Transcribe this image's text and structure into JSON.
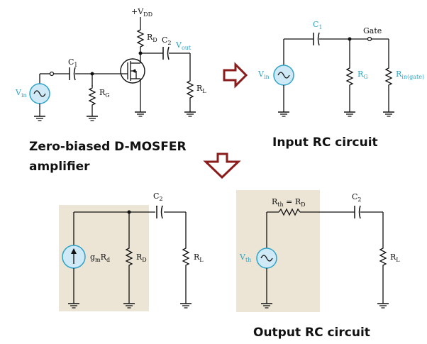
{
  "captions": {
    "zero_biased_line1": "Zero-biased D-MOSFER",
    "zero_biased_line2": "amplifier",
    "input_rc": "Input RC circuit",
    "output_rc": "Output RC circuit"
  },
  "amplifier": {
    "vdd_main": "+V",
    "vdd_sub": "DD",
    "rd_main": "R",
    "rd_sub": "D",
    "c2_main": "C",
    "c2_sub": "2",
    "vout_main": "V",
    "vout_sub": "out",
    "c1_main": "C",
    "c1_sub": "1",
    "rg_main": "R",
    "rg_sub": "G",
    "rl_main": "R",
    "rl_sub": "L",
    "vin_main": "V",
    "vin_sub": "in"
  },
  "input_rc": {
    "c1_main": "C",
    "c1_sub": "1",
    "gate": "Gate",
    "vin_main": "V",
    "vin_sub": "in",
    "rg_main": "R",
    "rg_sub": "G",
    "rin_main": "R",
    "rin_sub": "in(gate)"
  },
  "output_left": {
    "c2_main": "C",
    "c2_sub": "2",
    "gm_g": "g",
    "gm_m": "m",
    "gm_r": "R",
    "gm_d": "d",
    "rd_main": "R",
    "rd_sub": "D",
    "rl_main": "R",
    "rl_sub": "L"
  },
  "output_right": {
    "rth_eq_r": "R",
    "rth_eq_th": "th",
    "rth_eq_mid": " = R",
    "rth_eq_d": "D",
    "c2_main": "C",
    "c2_sub": "2",
    "vth_main": "V",
    "vth_sub": "th",
    "rl_main": "R",
    "rl_sub": "L"
  },
  "colors": {
    "panel_bg": "#ece5d5",
    "source_fill": "#cfe9f6",
    "source_stroke": "#2ea3c8",
    "arrow_fill": "#ffffff",
    "arrow_stroke": "#8b1c1c",
    "label_cyan": "#2ea3c8"
  },
  "icons": {
    "right_arrow": "right-arrow-icon",
    "down_arrow": "down-arrow-icon"
  }
}
